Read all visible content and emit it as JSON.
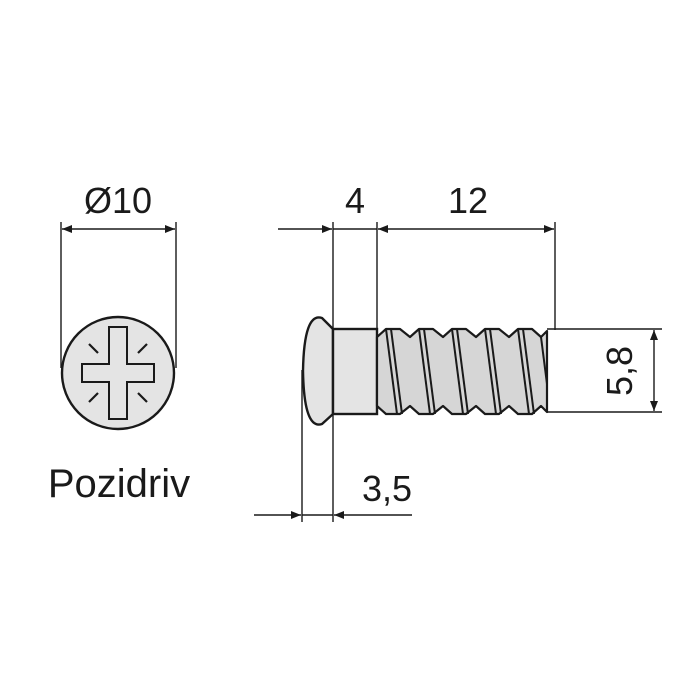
{
  "head_view": {
    "diameter_label": "Ø10",
    "drive_type": "Pozidriv"
  },
  "side_view": {
    "head_length_label": "4",
    "thread_length_label": "12",
    "thread_diameter_label": "5,8",
    "head_height_label": "3,5"
  },
  "colors": {
    "line": "#1a1a1a",
    "fill": "#e4e4e4",
    "thread_fill": "#d6d6d6"
  }
}
